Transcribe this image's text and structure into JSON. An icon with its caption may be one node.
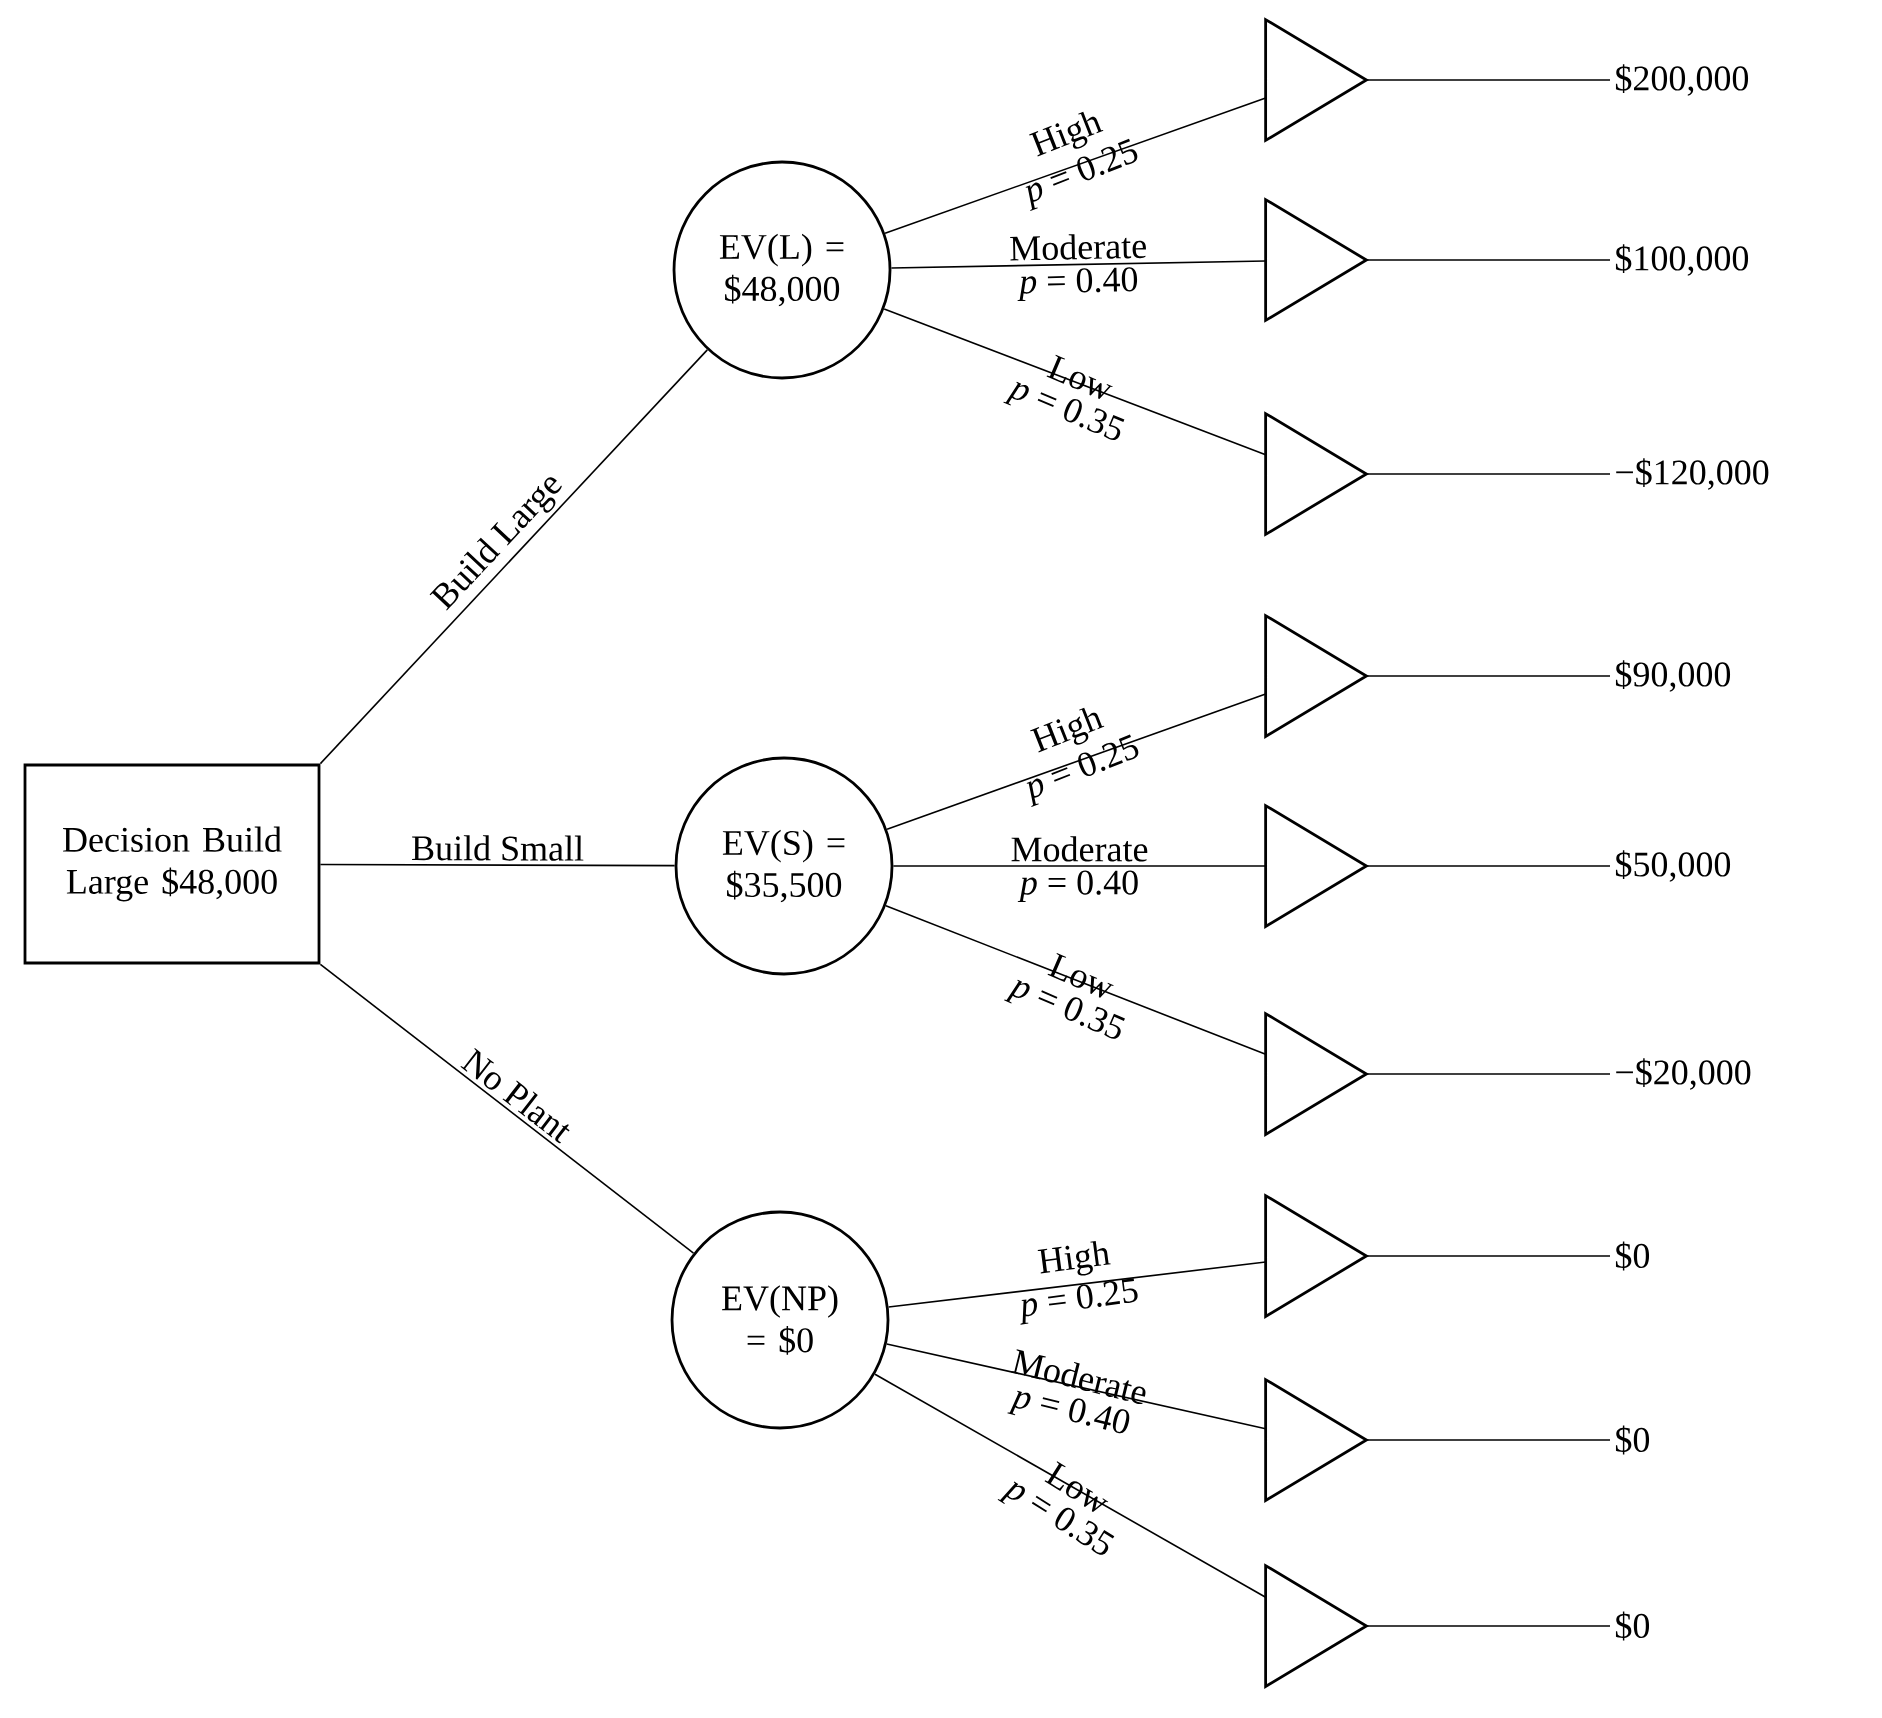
{
  "diagram": {
    "nodes": [
      {
        "text": [
          "Decision Build Large $48,000"
        ]
      },
      {
        "text": [
          "EV(L) = $48,000"
        ]
      },
      {
        "text": [
          "EV(S) = $35,500"
        ]
      },
      {
        "text": [
          "EV(NP) = $0"
        ]
      },
      {
        "text": [],
        "shape": "triangle"
      },
      {
        "text": [],
        "shape": "triangle"
      },
      {
        "text": [],
        "shape": "triangle"
      },
      {
        "text": [],
        "shape": "triangle"
      },
      {
        "text": [],
        "shape": "triangle"
      },
      {
        "text": [],
        "shape": "triangle"
      },
      {
        "text": [],
        "shape": "triangle"
      },
      {
        "text": [],
        "shape": "triangle"
      },
      {
        "text": [],
        "shape": "triangle"
      },
      {
        "text": [
          "$200,000"
        ]
      },
      {
        "text": [
          "$100,000"
        ]
      },
      {
        "text": [
          "−$120,000"
        ]
      },
      {
        "text": [
          "$90,000"
        ]
      },
      {
        "text": [
          "$50,000"
        ]
      },
      {
        "text": [
          "−$20,000"
        ]
      },
      {
        "text": [
          "$0"
        ]
      },
      {
        "text": [
          "$0"
        ]
      },
      {
        "text": [
          "$0"
        ]
      }
    ],
    "edges": [
      {
        "from": 0,
        "to": 1,
        "arrow": "none",
        "label": "Build Large"
      },
      {
        "from": 0,
        "to": 2,
        "arrow": "none",
        "label": "Build Small"
      },
      {
        "from": 0,
        "to": 3,
        "arrow": "none",
        "label": "No Plant"
      },
      {
        "from": 1,
        "to": 4,
        "arrow": "none",
        "label": "High"
      },
      {
        "from": 1,
        "to": 5,
        "arrow": "none",
        "label": "Moderate"
      },
      {
        "from": 1,
        "to": 6,
        "arrow": "none",
        "label": "Low"
      },
      {
        "from": 2,
        "to": 7,
        "arrow": "none",
        "label": "High"
      },
      {
        "from": 2,
        "to": 8,
        "arrow": "none",
        "label": "Moderate"
      },
      {
        "from": 2,
        "to": 9,
        "arrow": "none",
        "label": "Low"
      },
      {
        "from": 3,
        "to": 10,
        "arrow": "none",
        "label": "High"
      },
      {
        "from": 3,
        "to": 11,
        "arrow": "none",
        "label": "Moderate"
      },
      {
        "from": 3,
        "to": 12,
        "arrow": "none",
        "label": "Low"
      },
      {
        "from": 4,
        "to": 13,
        "arrow": "none"
      },
      {
        "from": 5,
        "to": 14,
        "arrow": "none"
      },
      {
        "from": 6,
        "to": 15,
        "arrow": "none"
      },
      {
        "from": 7,
        "to": 16,
        "arrow": "none"
      },
      {
        "from": 8,
        "to": 17,
        "arrow": "none"
      },
      {
        "from": 9,
        "to": 18,
        "arrow": "none"
      },
      {
        "from": 10,
        "to": 19,
        "arrow": "none"
      },
      {
        "from": 11,
        "to": 20,
        "arrow": "none"
      },
      {
        "from": 12,
        "to": 21,
        "arrow": "none"
      }
    ],
    "labels": [
      "*p* = 0.25",
      "*p* = 0.40",
      "*p* = 0.35",
      "*p* = 0.25",
      "*p* = 0.40",
      "*p* = 0.35",
      "*p* = 0.25",
      "*p* = 0.40",
      "*p* = 0.35"
    ]
  }
}
